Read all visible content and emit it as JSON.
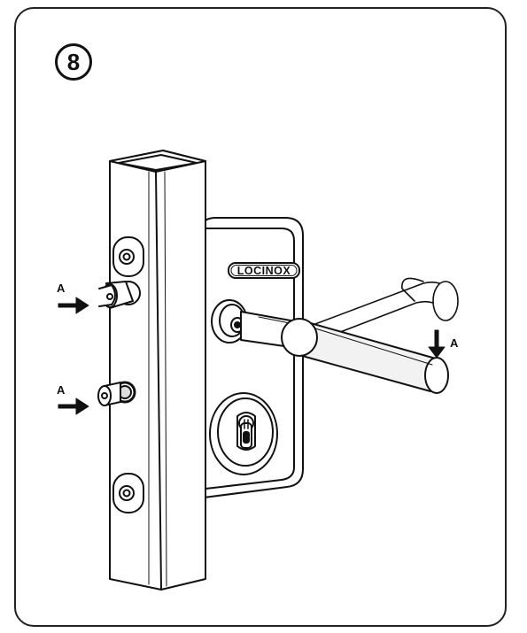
{
  "step": {
    "number": "8"
  },
  "brand": {
    "logo_text": "LOCINOX"
  },
  "arrows": {
    "left_top_label": "A",
    "left_bottom_label": "A",
    "right_label": "A"
  }
}
